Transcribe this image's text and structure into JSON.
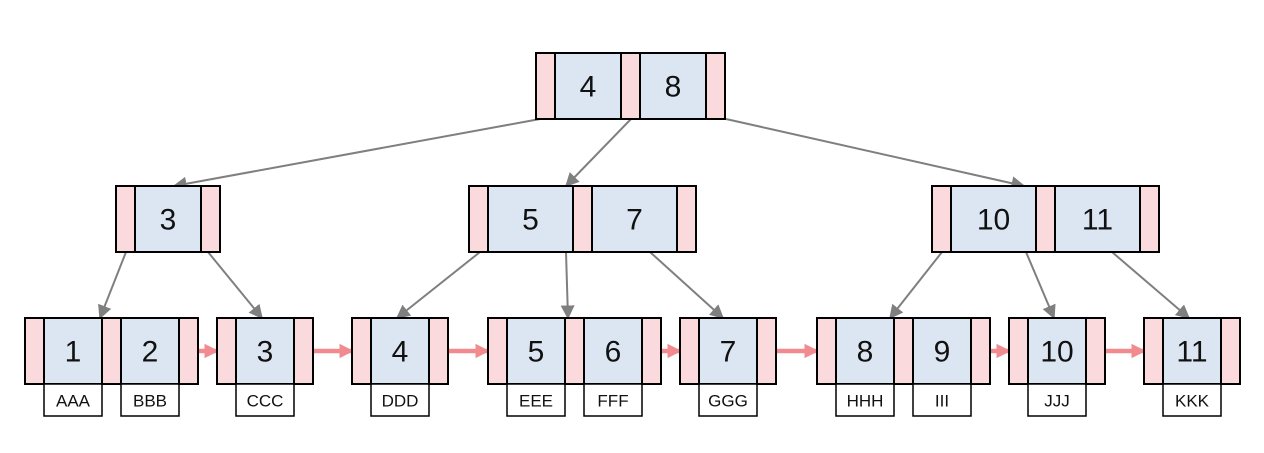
{
  "colors": {
    "pointer_cell": "#fadadd",
    "key_cell": "#dce6f2",
    "edge": "#7f7f7f",
    "leaf_link": "#f28b8f"
  },
  "root": {
    "keys": [
      "4",
      "8"
    ]
  },
  "internal": [
    {
      "keys": [
        "3"
      ]
    },
    {
      "keys": [
        "5",
        "7"
      ]
    },
    {
      "keys": [
        "10",
        "11"
      ]
    }
  ],
  "leaves": [
    {
      "keys": [
        "1",
        "2"
      ],
      "values": [
        "AAA",
        "BBB"
      ]
    },
    {
      "keys": [
        "3"
      ],
      "values": [
        "CCC"
      ]
    },
    {
      "keys": [
        "4"
      ],
      "values": [
        "DDD"
      ]
    },
    {
      "keys": [
        "5",
        "6"
      ],
      "values": [
        "EEE",
        "FFF"
      ]
    },
    {
      "keys": [
        "7"
      ],
      "values": [
        "GGG"
      ]
    },
    {
      "keys": [
        "8",
        "9"
      ],
      "values": [
        "HHH",
        "III"
      ]
    },
    {
      "keys": [
        "10"
      ],
      "values": [
        "JJJ"
      ]
    },
    {
      "keys": [
        "11"
      ],
      "values": [
        "KKK"
      ]
    }
  ]
}
